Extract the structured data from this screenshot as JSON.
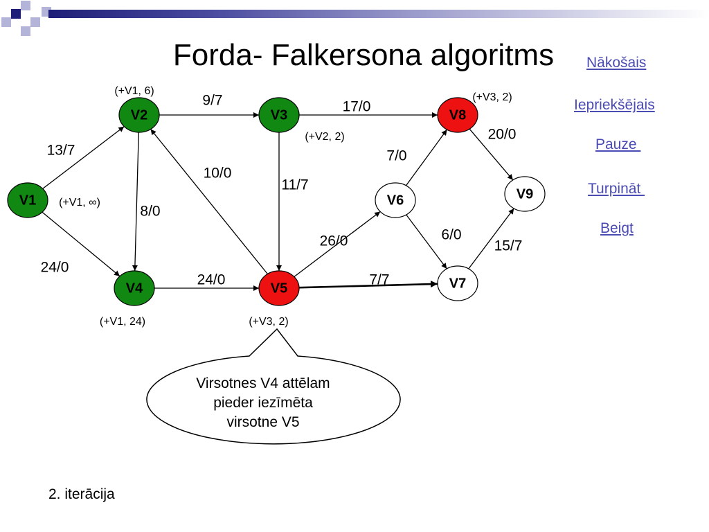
{
  "title": "Forda- Falkersona algoritms",
  "nav": {
    "next": "Nākošais",
    "previous": "Iepriekšējais",
    "pause": "Pauze ",
    "continue": "Turpināt ",
    "end": "Beigt"
  },
  "colors": {
    "labeled_node": "#118811",
    "current_node": "#ee1111",
    "unlabeled_node": "#ffffff",
    "nav_link": "#4b4bb4",
    "deco_dark": "#1e1e78",
    "deco_light": "#b4b4d8"
  },
  "graph": {
    "nodes": [
      {
        "id": "V1",
        "state": "labeled",
        "label": "(+V1, ∞)"
      },
      {
        "id": "V2",
        "state": "labeled",
        "label": "(+V1, 6)"
      },
      {
        "id": "V3",
        "state": "labeled",
        "label": "(+V2, 2)"
      },
      {
        "id": "V4",
        "state": "labeled",
        "label": "(+V1, 24)"
      },
      {
        "id": "V5",
        "state": "current",
        "label": "(+V3, 2)"
      },
      {
        "id": "V6",
        "state": "unlabeled",
        "label": ""
      },
      {
        "id": "V7",
        "state": "unlabeled",
        "label": ""
      },
      {
        "id": "V8",
        "state": "current",
        "label": "(+V3, 2)"
      },
      {
        "id": "V9",
        "state": "unlabeled",
        "label": ""
      }
    ],
    "edges": [
      {
        "from": "V1",
        "to": "V2",
        "flow": "13/7"
      },
      {
        "from": "V1",
        "to": "V4",
        "flow": "24/0"
      },
      {
        "from": "V2",
        "to": "V3",
        "flow": "9/7"
      },
      {
        "from": "V2",
        "to": "V4",
        "flow": "8/0"
      },
      {
        "from": "V3",
        "to": "V8",
        "flow": "17/0"
      },
      {
        "from": "V3",
        "to": "V5",
        "flow": "11/7"
      },
      {
        "from": "V5",
        "to": "V2",
        "flow": "10/0"
      },
      {
        "from": "V4",
        "to": "V5",
        "flow": "24/0"
      },
      {
        "from": "V5",
        "to": "V6",
        "flow": "26/0"
      },
      {
        "from": "V5",
        "to": "V7",
        "flow": "7/7",
        "bold": true
      },
      {
        "from": "V6",
        "to": "V8",
        "flow": "7/0"
      },
      {
        "from": "V6",
        "to": "V7",
        "flow": "6/0"
      },
      {
        "from": "V8",
        "to": "V9",
        "flow": "20/0"
      },
      {
        "from": "V7",
        "to": "V9",
        "flow": "15/7"
      }
    ]
  },
  "callout": {
    "line1": "Virsotnes V4 attēlam",
    "line2": "pieder iezīmēta",
    "line3": "virsotne V5"
  },
  "footer": "2. iterācija"
}
